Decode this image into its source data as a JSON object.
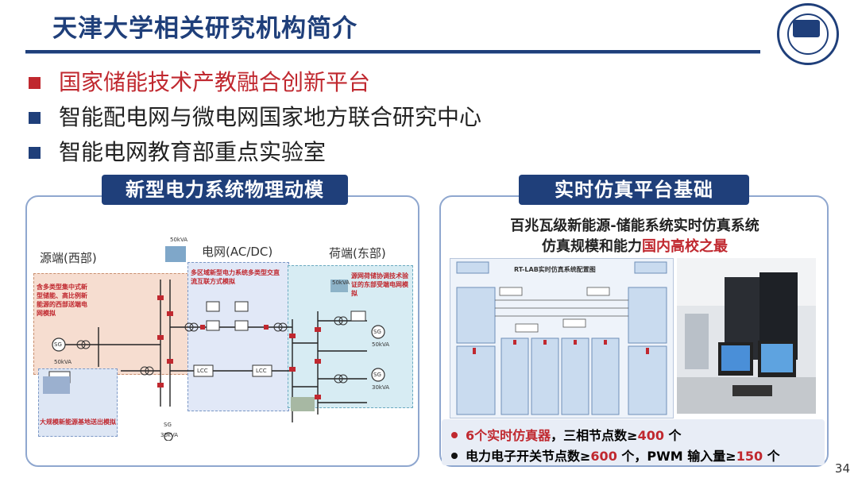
{
  "slide": {
    "title": "天津大学相关研究机构简介",
    "page_number": "34"
  },
  "bullets": [
    {
      "text": "国家储能技术产教融合创新平台",
      "color": "#c0282f"
    },
    {
      "text": "智能配电网与微电网国家地方联合研究中心",
      "color": "#1f3f7a"
    },
    {
      "text": "智能电网教育部重点实验室",
      "color": "#1f3f7a"
    }
  ],
  "left_panel": {
    "banner": "新型电力系统物理动模",
    "zones": {
      "source": "源端(西部)",
      "grid": "电网(AC/DC)",
      "load": "荷端(东部)"
    },
    "source_note": "含多类型集中式新型储能、高比例新能源的西部送端电网模拟",
    "grid_note": "多区域新型电力系统多类型交直流互联方式模拟",
    "load_note": "源网荷储协调技术验证的东部受端电网模拟",
    "low_note": "大规模新能源基地送出模拟",
    "ratings": [
      "50kVA",
      "50kVA",
      "50kVA",
      "50kVA",
      "30kVA",
      "30kVA"
    ],
    "equipment": [
      "SG",
      "SG",
      "SG",
      "SG",
      "LCC",
      "LCC"
    ]
  },
  "right_panel": {
    "banner": "实时仿真平台基础",
    "line1": "百兆瓦级新能源-储能系统实时仿真系统",
    "line2_prefix": "仿真规模和能力",
    "line2_highlight": "国内高校之最",
    "diagram_title": "RT-LAB实时仿真系统配置图",
    "info": [
      {
        "highlight": "6个实时仿真器",
        "rest_a": "，三相节点数≥",
        "num": "400",
        "rest_b": " 个",
        "dot_color": "#c0282f"
      },
      {
        "prefix": "电力电子开关节点数≥",
        "num1": "600",
        "mid": " 个，PWM 输入量≥",
        "num2": "150",
        "rest": " 个",
        "dot_color": "#111111"
      }
    ]
  },
  "colors": {
    "navy": "#1f3f7a",
    "red": "#c0282f"
  }
}
